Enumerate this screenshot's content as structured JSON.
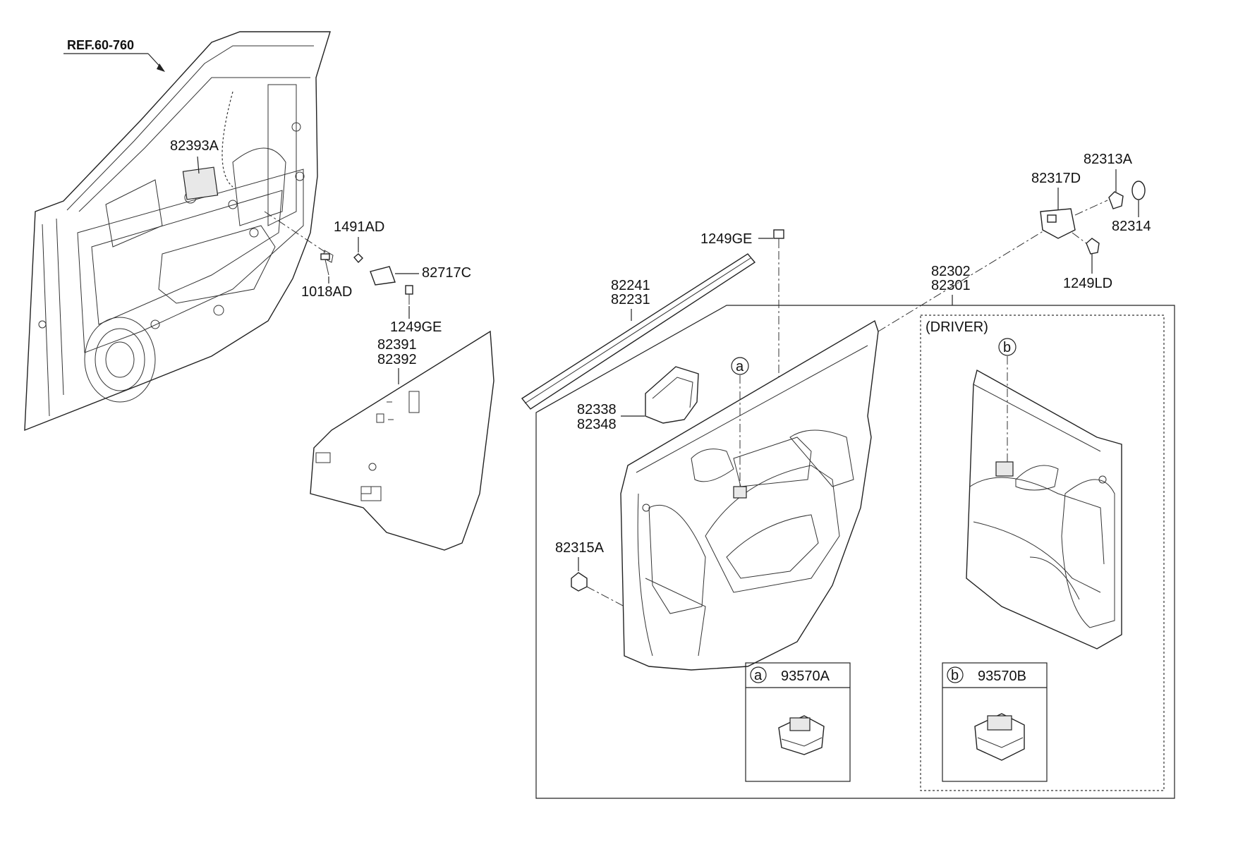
{
  "reference": "REF.60-760",
  "parts": {
    "p82393A": "82393A",
    "p1491AD": "1491AD",
    "p82717C": "82717C",
    "p1018AD": "1018AD",
    "p1249GE_a": "1249GE",
    "p82391": "82391",
    "p82392": "82392",
    "p1249GE_b": "1249GE",
    "p82241": "82241",
    "p82231": "82231",
    "p82338": "82338",
    "p82348": "82348",
    "p82315A": "82315A",
    "p82302": "82302",
    "p82301": "82301",
    "p82317D": "82317D",
    "p82313A": "82313A",
    "p82314": "82314",
    "p1249LD": "1249LD",
    "driver": "(DRIVER)"
  },
  "callouts": {
    "a": "a",
    "b": "b"
  },
  "insets": [
    {
      "marker": "a",
      "part": "93570A"
    },
    {
      "marker": "b",
      "part": "93570B"
    }
  ]
}
